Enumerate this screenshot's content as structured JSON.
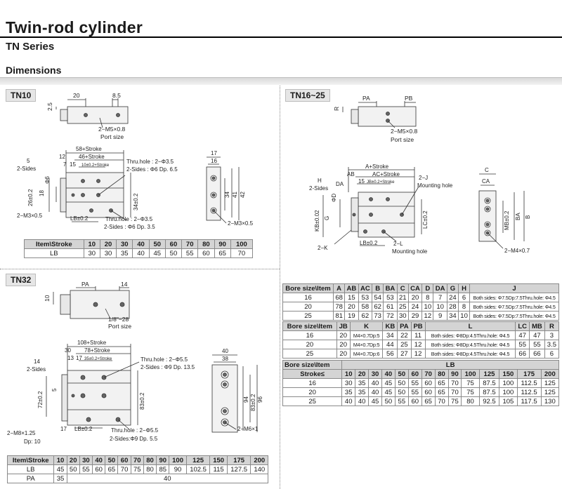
{
  "page": {
    "title": "Twin-rod cylinder",
    "series": "TN Series",
    "section": "Dimensions"
  },
  "tn10": {
    "label": "TN10",
    "top_view": {
      "dim_a": "20",
      "dim_b": "8.5",
      "dim_c": "2.5",
      "port_thread": "2−M5×0.8",
      "port_caption": "Port size"
    },
    "side_view": {
      "l_total": "58+Stroke",
      "l_mid": "46+Stroke",
      "l_12": "12",
      "l_7": "7",
      "l_15": "15",
      "l_pitch": "10±0.2+Stroke",
      "thru_top": "Thru.hole : 2−Φ3.5",
      "sides_top": "2-Sides : Φ6 Dp. 6.5",
      "lb": "LB±0.2",
      "thru_bot": "Thru.hole : 2−Φ3.5",
      "sides_bot": "2-Sides : Φ6 Dp. 3.5",
      "h_left": "26±0.2",
      "h_18": "18",
      "h_right": "34±0.2",
      "phi": "Φ6",
      "num5": "5",
      "two_sides": "2-Sides",
      "m3": "2−M3×0.5"
    },
    "end_view": {
      "w17": "17",
      "w16": "16",
      "h34": "34",
      "h41": "41",
      "h42": "42",
      "m3": "2−M3×0.5"
    },
    "table": {
      "header": [
        "Item\\Stroke",
        "10",
        "20",
        "30",
        "40",
        "50",
        "60",
        "70",
        "80",
        "90",
        "100"
      ],
      "rows": [
        [
          "LB",
          "30",
          "30",
          "35",
          "40",
          "45",
          "50",
          "55",
          "60",
          "65",
          "70"
        ]
      ]
    }
  },
  "tn32": {
    "label": "TN32",
    "top_view": {
      "pa": "PA",
      "dim14": "14",
      "dim10": "10",
      "port_thread": "1/8\"−28",
      "port_caption": "Port size"
    },
    "side_view": {
      "l_total": "108+Stroke",
      "l_78": "78+Stroke",
      "l_30": "30",
      "l_13": "13",
      "l_17": "17",
      "l_pitch": "35±0.2+Stroke",
      "thru_top": "Thru.hole : 2−Φ5.5",
      "sides_top": "2-Sides : Φ9 Dp. 13.5",
      "lb": "LB±0.2",
      "l_17b": "17",
      "thru_bot": "Thru.hole : 2−Φ5.5",
      "sides_bot": "2-Sides:Φ9 Dp. 5.5",
      "h72": "72±0.2",
      "h5": "5",
      "h83": "83±0.2",
      "num14": "14",
      "two_sides": "2-Sides",
      "m8": "2−M8×1.25",
      "dp10": "Dp: 10"
    },
    "end_view": {
      "w40": "40",
      "w38": "38",
      "h94": "94",
      "h83": "83±0.2",
      "h96": "96",
      "m6": "2−M6×1"
    },
    "table": {
      "header": [
        "Item\\Stroke",
        "10",
        "20",
        "30",
        "40",
        "50",
        "60",
        "70",
        "80",
        "90",
        "100",
        "125",
        "150",
        "175",
        "200"
      ],
      "lb": [
        "LB",
        "45",
        "50",
        "55",
        "60",
        "65",
        "70",
        "75",
        "80",
        "85",
        "90",
        "102.5",
        "115",
        "127.5",
        "140"
      ],
      "pa_label": "PA",
      "pa_first": "35",
      "pa_rest": "40"
    }
  },
  "tn16_25": {
    "label": "TN16~25",
    "top_view": {
      "pa": "PA",
      "pb": "PB",
      "r": "R",
      "port_thread": "2−M5×0.8",
      "port_caption": "Port size"
    },
    "side_view": {
      "a": "A+Stroke",
      "ab": "AB",
      "ac": "AC+Stroke",
      "j": "2−J",
      "mounting_hole": "Mounting hole",
      "h": "H",
      "two_sides": "2-Sides",
      "da": "DA",
      "l_15": "15",
      "l_pitch": "JB±0.2+Stroke",
      "d": "ΦD",
      "kb": "KB±0.02",
      "g": "G",
      "lc": "LC±0.2",
      "k": "2−K",
      "lb": "LB±0.2",
      "l": "2−L",
      "mounting_hole2": "Mounting hole"
    },
    "end_view": {
      "c": "C",
      "ca": "CA",
      "mb": "MB±0.2",
      "ba": "BA",
      "b": "B",
      "m4": "2−M4×0.7"
    },
    "table1": {
      "header": [
        "Bore size\\Item",
        "A",
        "AB",
        "AC",
        "B",
        "BA",
        "C",
        "CA",
        "D",
        "DA",
        "G",
        "H",
        "J"
      ],
      "rows": [
        [
          "16",
          "68",
          "15",
          "53",
          "54",
          "53",
          "21",
          "20",
          "8",
          "7",
          "24",
          "6",
          "Both sides: Φ7.5Dp:7.5Thru.hole: Φ4.5"
        ],
        [
          "20",
          "78",
          "20",
          "58",
          "62",
          "61",
          "25",
          "24",
          "10",
          "10",
          "28",
          "8",
          "Both sides: Φ7.5Dp:7.5Thru.hole: Φ4.5"
        ],
        [
          "25",
          "81",
          "19",
          "62",
          "73",
          "72",
          "30",
          "29",
          "12",
          "9",
          "34",
          "10",
          "Both sides: Φ7.5Dp:7.5Thru.hole: Φ4.5"
        ]
      ]
    },
    "table2": {
      "header": [
        "Bore size\\Item",
        "JB",
        "K",
        "KB",
        "PA",
        "PB",
        "L",
        "LC",
        "MB",
        "R"
      ],
      "rows": [
        [
          "16",
          "20",
          "M4×0.7Dp:5",
          "34",
          "22",
          "11",
          "Both sides: Φ8Dp:4.5Thru.hole: Φ4.5",
          "47",
          "47",
          "3"
        ],
        [
          "20",
          "20",
          "M4×0.7Dp:5",
          "44",
          "25",
          "12",
          "Both sides: Φ8Dp:4.5Thru.hole: Φ4.5",
          "55",
          "55",
          "3.5"
        ],
        [
          "25",
          "20",
          "M4×0.7Dp:6",
          "56",
          "27",
          "12",
          "Both sides: Φ8Dp:4.5Thru.hole: Φ4.5",
          "66",
          "66",
          "6"
        ]
      ]
    },
    "table3": {
      "header1": [
        "Bore size\\Item",
        "LB"
      ],
      "header2": [
        "Stroke≤",
        "10",
        "20",
        "30",
        "40",
        "50",
        "60",
        "70",
        "80",
        "90",
        "100",
        "125",
        "150",
        "175",
        "200"
      ],
      "rows": [
        [
          "16",
          "30",
          "35",
          "40",
          "45",
          "50",
          "55",
          "60",
          "65",
          "70",
          "75",
          "87.5",
          "100",
          "112.5",
          "125"
        ],
        [
          "20",
          "35",
          "35",
          "40",
          "45",
          "50",
          "55",
          "60",
          "65",
          "70",
          "75",
          "87.5",
          "100",
          "112.5",
          "125"
        ],
        [
          "25",
          "40",
          "40",
          "45",
          "50",
          "55",
          "60",
          "65",
          "70",
          "75",
          "80",
          "92.5",
          "105",
          "117.5",
          "130"
        ]
      ]
    }
  }
}
